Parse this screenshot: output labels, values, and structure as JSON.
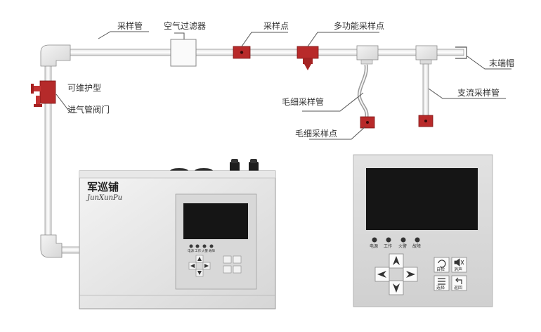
{
  "labels": {
    "sampling_pipe": "采样管",
    "air_filter": "空气过滤器",
    "sampling_point": "采样点",
    "multi_sampling_point": "多功能采样点",
    "end_cap": "末端帽",
    "valve_line1": "可维护型",
    "valve_line2": "进气管阀门",
    "capillary_pipe": "毛细采样管",
    "branch_pipe": "支流采样管",
    "capillary_point": "毛细采样点"
  },
  "device": {
    "brand_cn": "军巡铺",
    "brand_en": "JunXunPu",
    "indicators": [
      "电源",
      "工作",
      "火警",
      "故障"
    ],
    "fn_buttons": [
      "自检",
      "消声",
      "选择",
      "返回"
    ]
  },
  "icons": [
    "refresh-icon",
    "mute-icon",
    "menu-icon",
    "back-icon",
    "arrow-up-icon",
    "arrow-down-icon",
    "arrow-left-icon",
    "arrow-right-icon"
  ]
}
